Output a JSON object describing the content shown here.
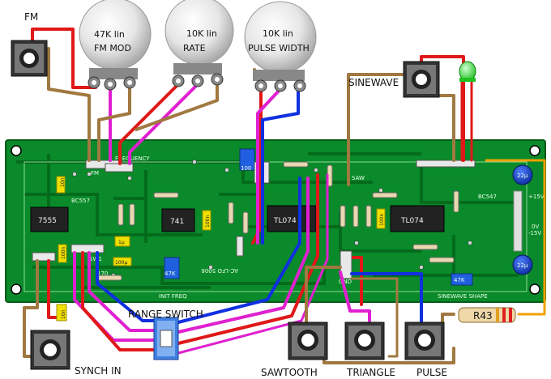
{
  "labels": {
    "fm": "FM",
    "pot1_value": "47K lin",
    "pot1_name": "FM MOD",
    "pot2_value": "10K lin",
    "pot2_name": "RATE",
    "pot3_value": "10K lin",
    "pot3_name": "PULSE WIDTH",
    "sinewave": "SINEWAVE",
    "synch_in": "SYNCH IN",
    "range_switch": "RANGE SWITCH",
    "sawtooth": "SAWTOOTH",
    "triangle": "TRIANGLE",
    "pulse": "PULSE"
  },
  "pcb": {
    "chip_1": "7555",
    "chip_2": "741",
    "chip_3": "TL074",
    "chip_4": "TL074",
    "transistor_1": "BC557",
    "transistor_2": "BC547",
    "cap_10n_a": "10n",
    "cap_10n_b": "10n",
    "cap_100n_a": "100n",
    "cap_100n_b": "100n",
    "cap_100n_c": "100n",
    "cap_1u": "1µ",
    "cap_22u_a": "22µ",
    "cap_22u_b": "22µ",
    "trim_1": "47K",
    "trim_2": "47K",
    "trim_3": "100",
    "pin_fm": "FM",
    "pin_frequency": "FREQUENCY",
    "pin_saw": "SAW",
    "pin_sw1": "SW1",
    "pin_gnd": "GND",
    "res_170": "170",
    "cap_100u": "100µ",
    "init_freq": "INIT FREQ",
    "sinewave_shape": "SINEWAVE SHAPE",
    "pwr_15v_pos": "+15V",
    "pwr_0v": "0V",
    "pwr_15v_neg": "-15V",
    "board_code": "AC-LFO 5006",
    "r43": "R43",
    "led_label": ""
  },
  "colors": {
    "pcb_green": "#0a8a2a",
    "pcb_trace": "#056b1c",
    "wire_red": "#e01818",
    "wire_blue": "#1030e0",
    "wire_magenta": "#e020d0",
    "wire_brown": "#a07840",
    "wire_orange": "#f0a000",
    "led_green": "#40ff40"
  }
}
